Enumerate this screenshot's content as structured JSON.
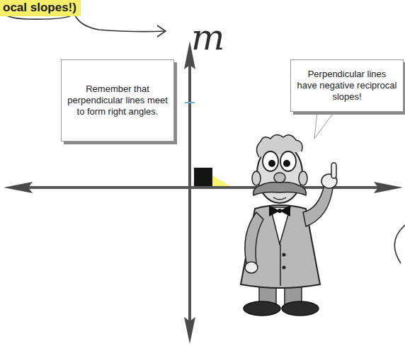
{
  "diagram": {
    "nodes": [
      {
        "text": [
          "Remember that perpendicular lines meet to form right angles."
        ]
      },
      {
        "text": [
          "Perpendicular lines have negative reciprocal slopes!"
        ]
      }
    ],
    "labels": [
      "ocal slopes!)",
      "m"
    ]
  }
}
